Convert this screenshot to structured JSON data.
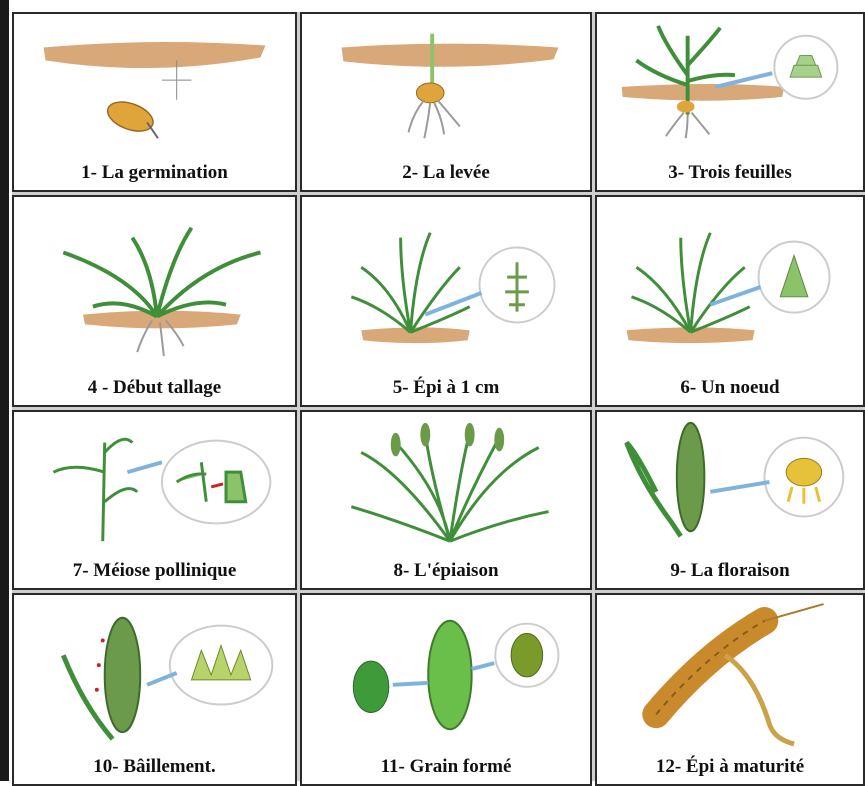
{
  "stages": [
    {
      "label": "1- La germination"
    },
    {
      "label": "2- La levée"
    },
    {
      "label": "3- Trois feuilles"
    },
    {
      "label": "4 - Début tallage"
    },
    {
      "label": "5- Épi à 1 cm"
    },
    {
      "label": "6- Un noeud"
    },
    {
      "label": "7- Méiose pollinique"
    },
    {
      "label": "8- L'épiaison"
    },
    {
      "label": "9- La floraison"
    },
    {
      "label": "10- Bâillement."
    },
    {
      "label": "11- Grain formé"
    },
    {
      "label": "12- Épi à maturité"
    }
  ],
  "colors": {
    "soil": "#d9a878",
    "leaf": "#3f8f3a",
    "leaf_light": "#8cc26a",
    "root": "#9a9a9a",
    "seed": "#e0a53a",
    "arrow": "#7fb3dd",
    "ripe": "#c98a2c"
  },
  "icons": [
    "seed-icon",
    "sprout-icon",
    "wheat-plant-icon",
    "zoom-circle-icon",
    "arrow-icon",
    "ear-icon"
  ]
}
